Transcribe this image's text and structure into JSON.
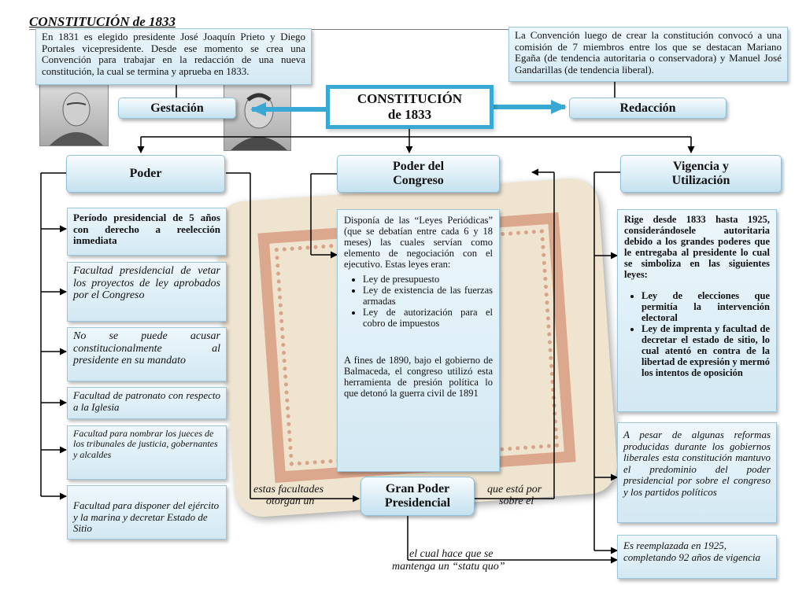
{
  "title": "CONSTITUCIÓN de 1833",
  "center": {
    "line1": "CONSTITUCIÓN",
    "line2": "de 1833"
  },
  "gestacion": {
    "header": "Gestación",
    "text": "En 1831 es elegido presidente José Joaquín Prieto y Diego Portales vicepresidente. Desde ese momento se crea una Convención para trabajar en la redacción de una nueva constitución, la cual se termina y aprueba en 1833."
  },
  "redaccion": {
    "header": "Redacción",
    "text": "La Convención luego de crear la constitución convocó a una comisión de 7 miembros entre los que se destacan Mariano Egaña (de tendencia autoritaria o conservadora) y Manuel José Gandarillas (de tendencia liberal)."
  },
  "poder": {
    "header": "Poder",
    "items": [
      "Período presidencial de 5 años con derecho a reelección inmediata",
      "Facultad presidencial de vetar los proyectos de ley aprobados por el Congreso",
      "No se puede acusar constitucionalmente al presidente en su mandato",
      "Facultad de patronato con respecto a la Iglesia",
      "Facultad para nombrar los jueces de los tribunales de justicia, gobernantes y alcaldes",
      "Facultad para disponer del ejército y la marina y decretar Estado de Sitio"
    ]
  },
  "congreso": {
    "header_line1": "Poder del",
    "header_line2": "Congreso",
    "intro": "Disponía de las “Leyes Periódicas” (que se debatían entre cada 6 y 18 meses) las cuales servían como elemento de negociación con el ejecutivo. Estas leyes eran:",
    "list": [
      "Ley de presupuesto",
      "Ley de existencia de las fuerzas armadas",
      "Ley de autorización para el cobro de impuestos"
    ],
    "outro": "A fines de 1890, bajo el gobierno de Balmaceda, el congreso utilizó esta herramienta de presión política lo que detonó la guerra civil de 1891"
  },
  "vigencia": {
    "header_line1": "Vigencia y",
    "header_line2": "Utilización",
    "intro": "Rige desde 1833 hasta 1925, considerándosele autoritaria debido a los grandes poderes que le entregaba al presidente lo cual se simboliza en las siguientes leyes:",
    "list": [
      "Ley de elecciones que permitía la intervención electoral",
      "Ley de imprenta y facultad de decretar el estado de sitio, lo cual atentó en contra de la libertad de expresión y mermó los intentos de oposición"
    ],
    "reformas": "A pesar de algunas reformas producidas durante los gobiernos liberales esta constitución mantuvo el predominio del poder presidencial por sobre el congreso y los partidos políticos",
    "reemplazo": "Es reemplazada en 1925, completando 92 años de vigencia"
  },
  "gran_poder": {
    "line1": "Gran Poder",
    "line2": "Presidencial"
  },
  "labels": {
    "facultades_1": "estas facultades",
    "facultades_2": "otorgan un",
    "sobre_1": "que está por",
    "sobre_2": "sobre el",
    "statu_1": "el cual hace que se",
    "statu_2": "mantenga un “statu quo”"
  },
  "colors": {
    "accent": "#39a8d4",
    "box_top": "#eef7fc",
    "box_bottom": "#d2e8f3"
  }
}
